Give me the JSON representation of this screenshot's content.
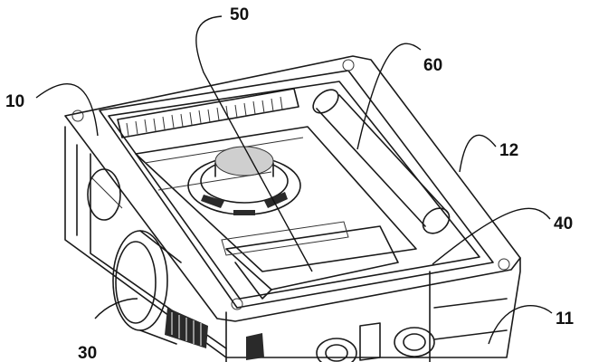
{
  "labels": {
    "l10": "10",
    "l11": "11",
    "l12": "12",
    "l30": "30",
    "l40": "40",
    "l50": "50",
    "l60": "60"
  }
}
